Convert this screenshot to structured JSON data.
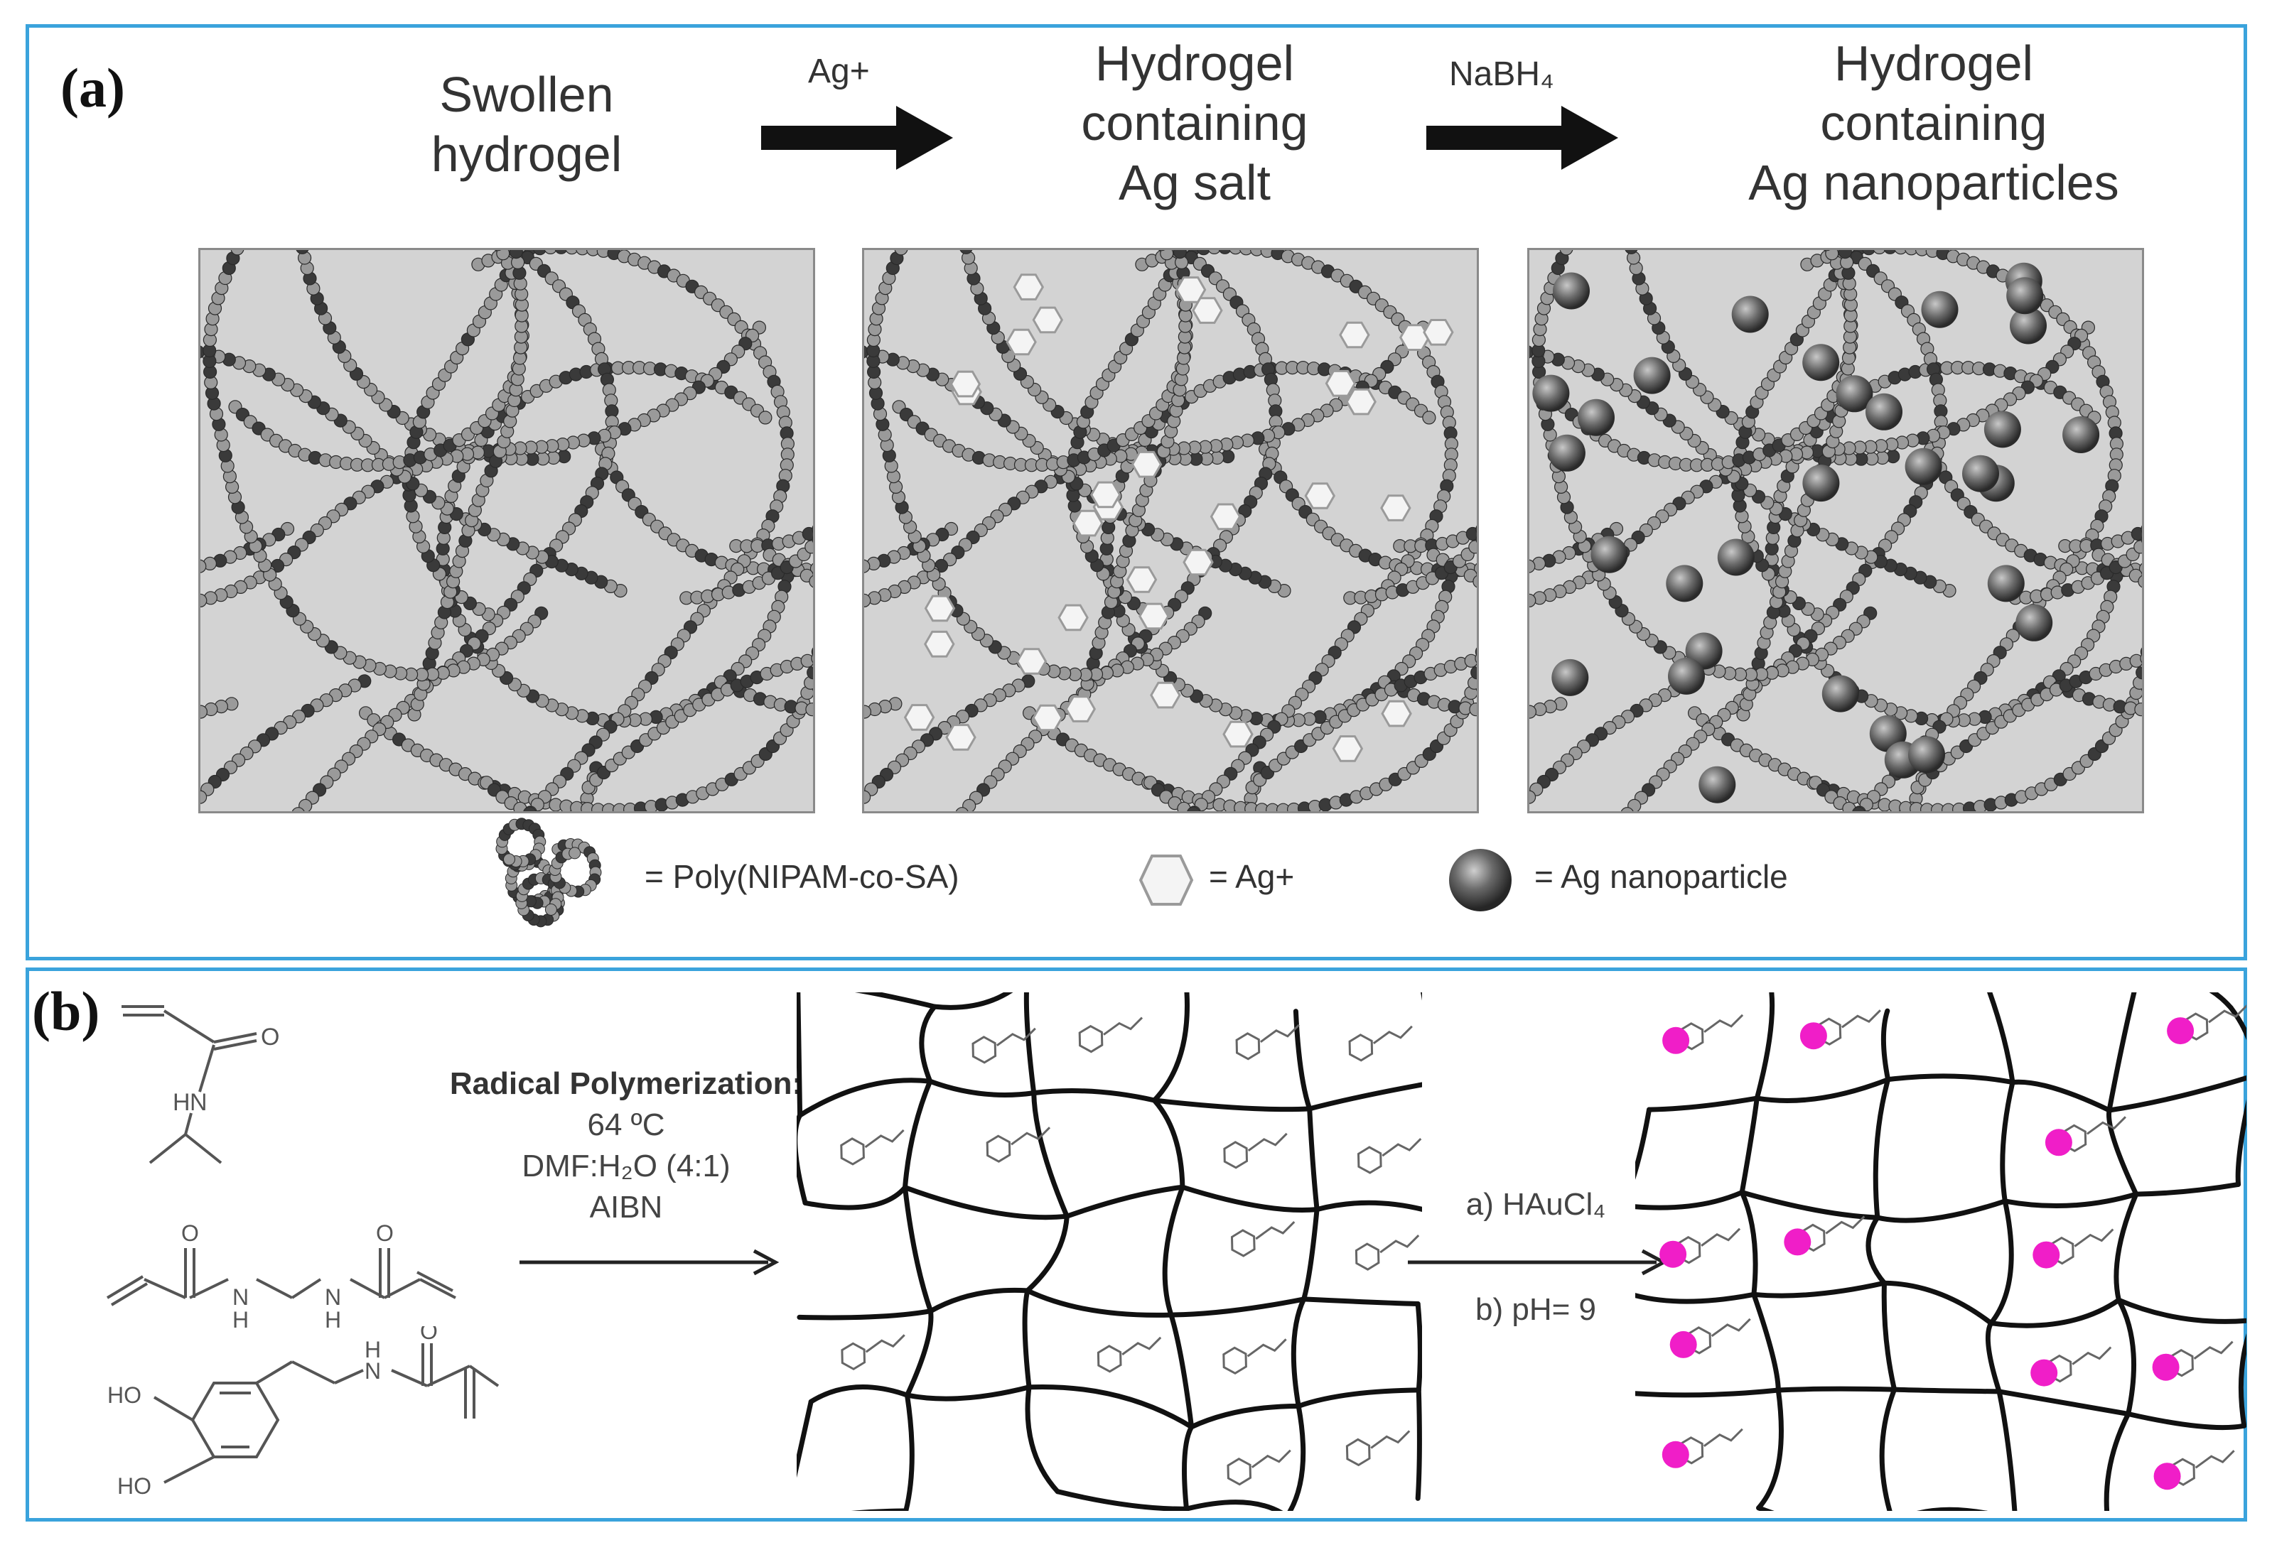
{
  "panel_a": {
    "label": "(a)",
    "stages": [
      {
        "title": "Swollen\nhydrogel"
      },
      {
        "title": "Hydrogel\ncontaining\nAg salt"
      },
      {
        "title": "Hydrogel\ncontaining\nAg nanoparticles"
      }
    ],
    "arrows": [
      {
        "reagent": "Ag+"
      },
      {
        "reagent": "NaBH₄"
      }
    ],
    "legend": [
      {
        "text": "= Poly(NIPAM-co-SA)",
        "icon": "polymer-coil-icon"
      },
      {
        "text": "= Ag+",
        "icon": "hexagon-icon"
      },
      {
        "text": "= Ag nanoparticle",
        "icon": "sphere-icon"
      }
    ]
  },
  "panel_b": {
    "label": "(b)",
    "step1": {
      "heading": "Radical Polymerization:",
      "temp": "64 ºC",
      "solvent": "DMF:H₂O (4:1)",
      "initiator": "AIBN"
    },
    "step2": {
      "a": "a) HAuCl₄",
      "b": "b) pH= 9"
    },
    "monomer_atoms": {
      "o": "O",
      "n": "N",
      "h": "H",
      "ho": "HO"
    }
  },
  "colors": {
    "frame": "#3aa3dc",
    "box_fill": "#d3d3d3",
    "bead_light": "#9a9a9a",
    "bead_dark": "#3a3a3a",
    "au_particle": "#f01ec8"
  }
}
